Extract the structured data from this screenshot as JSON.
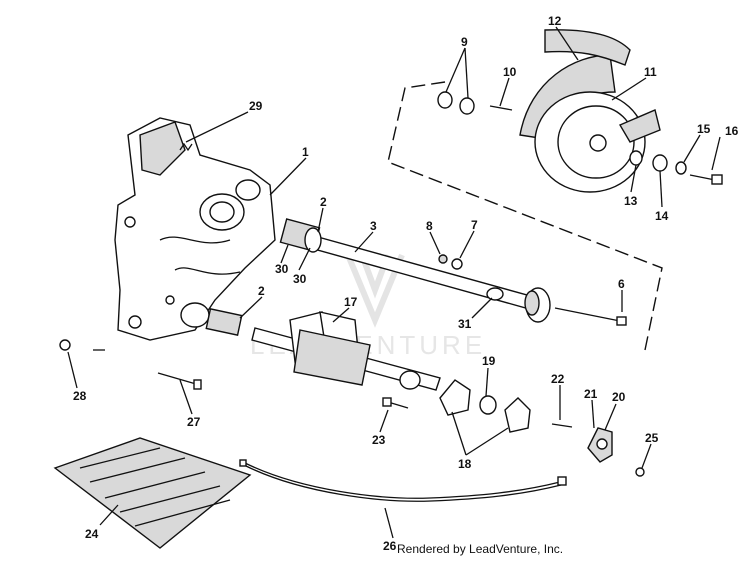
{
  "diagram": {
    "callouts": [
      "1",
      "2",
      "2",
      "3",
      "6",
      "7",
      "8",
      "9",
      "10",
      "11",
      "12",
      "13",
      "14",
      "15",
      "16",
      "17",
      "18",
      "19",
      "20",
      "21",
      "22",
      "23",
      "24",
      "25",
      "26",
      "27",
      "28",
      "29",
      "30",
      "30",
      "31"
    ],
    "watermark": "LEADVENTURE",
    "credit": "Rendered by LeadVenture, Inc."
  },
  "colors": {
    "ink": "#111111",
    "paper": "#ffffff",
    "watermark": "#e4e4e4"
  }
}
